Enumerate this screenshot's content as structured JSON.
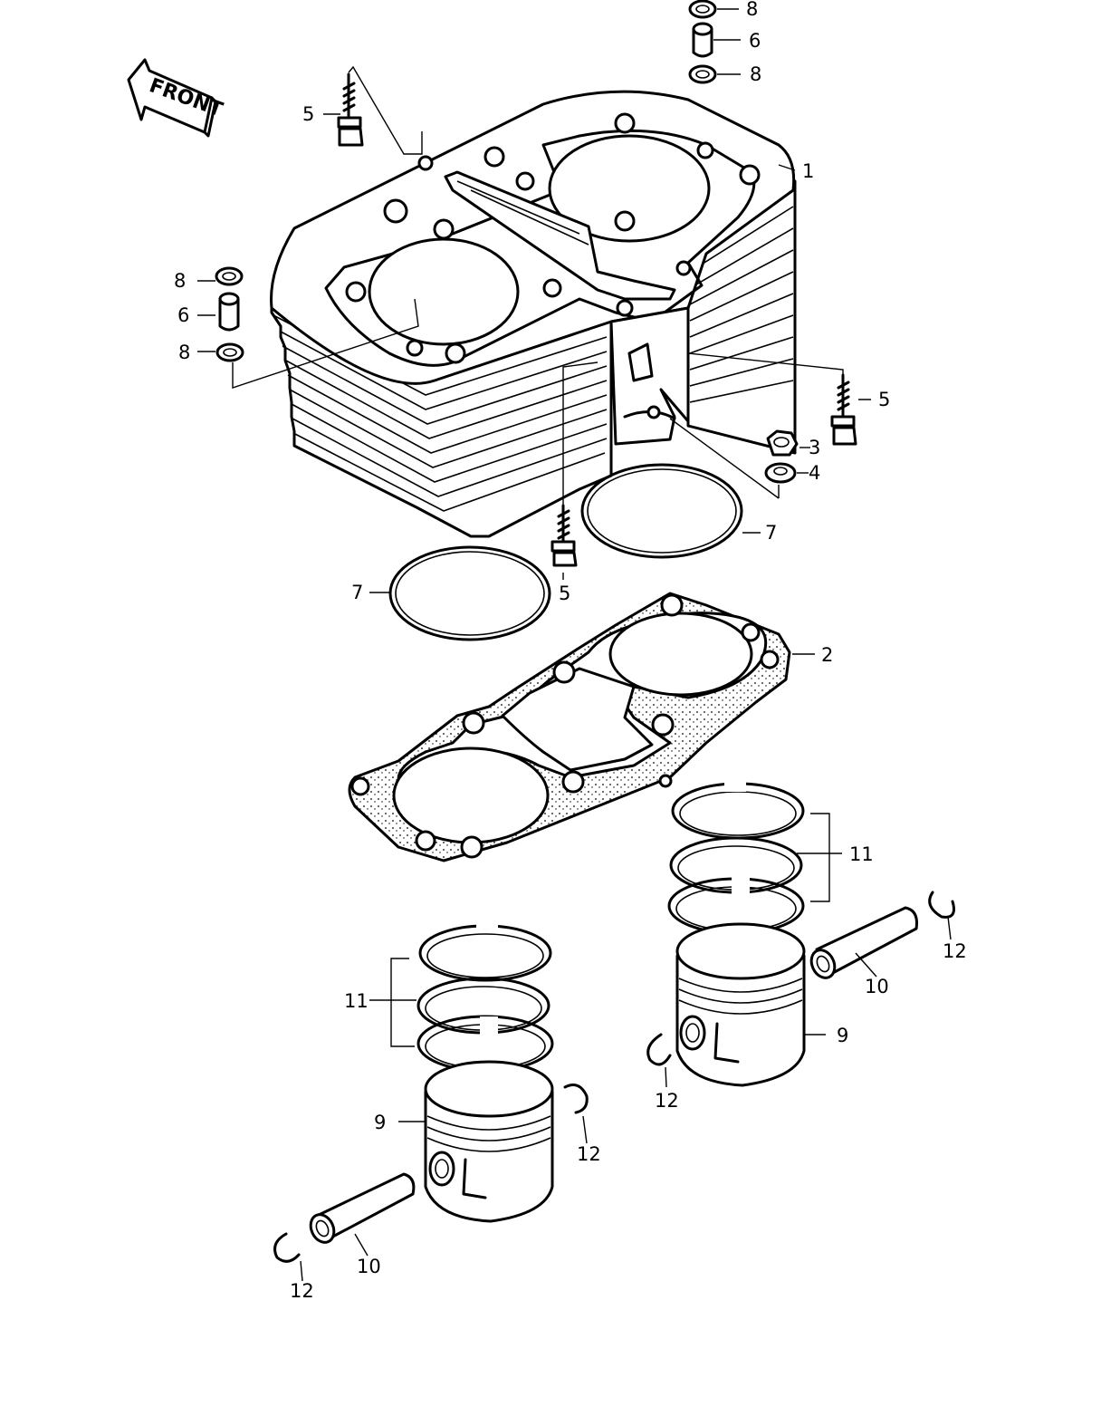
{
  "front_label": "FRONT",
  "callouts": [
    {
      "id": "1",
      "text": "1"
    },
    {
      "id": "2",
      "text": "2"
    },
    {
      "id": "3",
      "text": "3"
    },
    {
      "id": "4",
      "text": "4"
    },
    {
      "id": "5a",
      "text": "5"
    },
    {
      "id": "5b",
      "text": "5"
    },
    {
      "id": "5c",
      "text": "5"
    },
    {
      "id": "6a",
      "text": "6"
    },
    {
      "id": "6b",
      "text": "6"
    },
    {
      "id": "7a",
      "text": "7"
    },
    {
      "id": "7b",
      "text": "7"
    },
    {
      "id": "8a",
      "text": "8"
    },
    {
      "id": "8b",
      "text": "8"
    },
    {
      "id": "8c",
      "text": "8"
    },
    {
      "id": "8d",
      "text": "8"
    },
    {
      "id": "9a",
      "text": "9"
    },
    {
      "id": "9b",
      "text": "9"
    },
    {
      "id": "10a",
      "text": "10"
    },
    {
      "id": "10b",
      "text": "10"
    },
    {
      "id": "11a",
      "text": "11"
    },
    {
      "id": "11b",
      "text": "11"
    },
    {
      "id": "12a",
      "text": "12"
    },
    {
      "id": "12b",
      "text": "12"
    },
    {
      "id": "12c",
      "text": "12"
    },
    {
      "id": "12d",
      "text": "12"
    }
  ]
}
